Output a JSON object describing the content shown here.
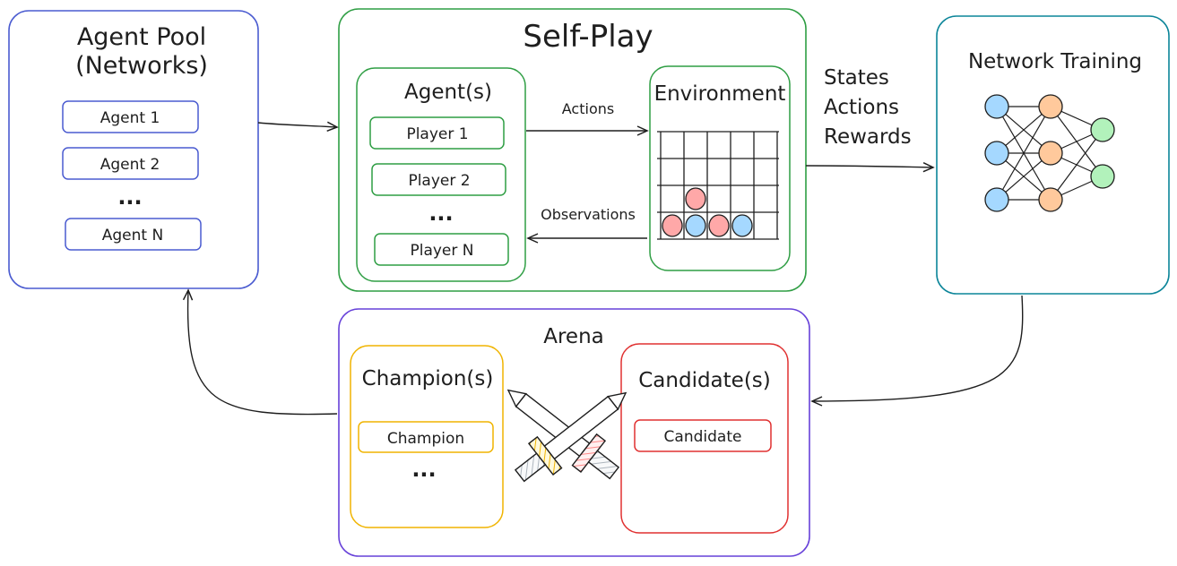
{
  "colors": {
    "pool": "#4a5bd0",
    "selfplay": "#2f9e44",
    "training": "#0c8599",
    "arena": "#6741d9",
    "champion": "#f0b400",
    "candidate": "#e03131",
    "ink": "#1e1e1e",
    "node_blue": "#a5d8ff",
    "node_orange": "#ffc99c",
    "node_green": "#b2f2bb",
    "piece_red": "#ffa8a8",
    "piece_blue": "#a5d8ff",
    "sword_yellow": "#ffe066",
    "sword_red": "#ff8787",
    "sword_grey": "#e9ecef"
  },
  "agent_pool": {
    "title_line1": "Agent Pool",
    "title_line2": "(Networks)",
    "agents": [
      "Agent 1",
      "Agent 2"
    ],
    "ellipsis": "...",
    "last_agent": "Agent N"
  },
  "self_play": {
    "title": "Self-Play",
    "agents_box": {
      "title": "Agent(s)",
      "players": [
        "Player 1",
        "Player 2"
      ],
      "ellipsis": "...",
      "last_player": "Player N"
    },
    "environment": {
      "title": "Environment",
      "grid": {
        "columns": 5,
        "rows": 4
      },
      "pieces": [
        {
          "column": 2,
          "row": 3,
          "color": "red"
        },
        {
          "column": 1,
          "row": 4,
          "color": "red"
        },
        {
          "column": 2,
          "row": 4,
          "color": "blue"
        },
        {
          "column": 3,
          "row": 4,
          "color": "red"
        },
        {
          "column": 4,
          "row": 4,
          "color": "blue"
        }
      ]
    },
    "actions_label": "Actions",
    "observations_label": "Observations"
  },
  "transfer_labels": [
    "States",
    "Actions",
    "Rewards"
  ],
  "network_training": {
    "title": "Network Training",
    "layers": [
      {
        "count": 3,
        "color": "node_blue"
      },
      {
        "count": 3,
        "color": "node_orange"
      },
      {
        "count": 2,
        "color": "node_green"
      }
    ]
  },
  "arena": {
    "title": "Arena",
    "champions": {
      "title": "Champion(s)",
      "item": "Champion",
      "ellipsis": "..."
    },
    "candidates": {
      "title": "Candidate(s)",
      "item": "Candidate"
    }
  }
}
